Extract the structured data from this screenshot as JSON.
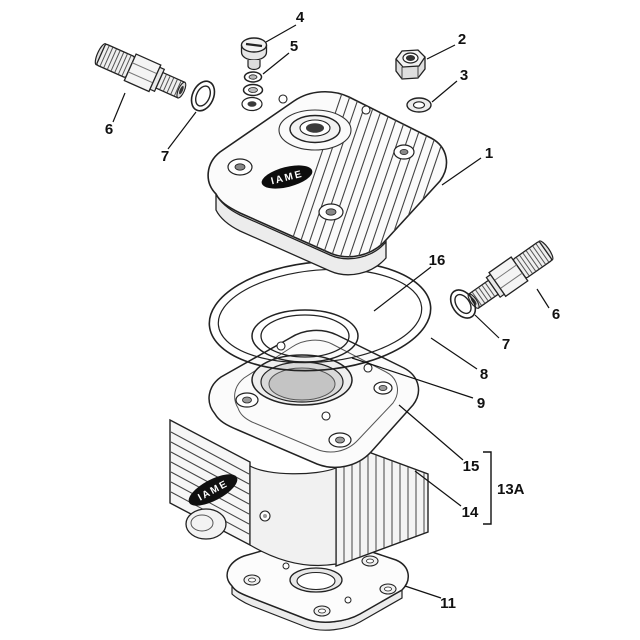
{
  "diagram": {
    "brand": "IAME",
    "callouts": {
      "n1": "1",
      "n2": "2",
      "n3": "3",
      "n4": "4",
      "n5": "5",
      "n6_left": "6",
      "n6_right": "6",
      "n7_left": "7",
      "n7_right": "7",
      "n8": "8",
      "n9": "9",
      "n11": "11",
      "n13a": "13A",
      "n14": "14",
      "n15": "15",
      "n16": "16"
    }
  }
}
